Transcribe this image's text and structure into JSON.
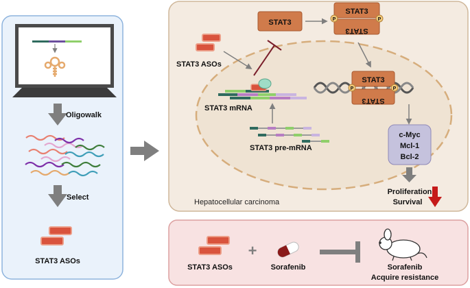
{
  "colors": {
    "left_panel_fill": "#eaf2fb",
    "left_panel_stroke": "#8db3dd",
    "cell_panel_fill": "#f4ebe1",
    "cell_panel_stroke": "#cfb79a",
    "bottom_panel_fill": "#f8e2e2",
    "bottom_panel_stroke": "#dca0a0",
    "stat3_box": "#d07b4b",
    "aso_red": "#d9533d",
    "aso_light": "#ec9e88",
    "gray_arrow": "#7f7f7f",
    "down_arrow": "#c51a1a",
    "inhibit": "#7a1f2b",
    "targets_box": "#c5c2dd"
  },
  "left_panel": {
    "step1_label": "Oligowalk",
    "step2_label": "Select",
    "output_label": "STAT3 ASOs",
    "icons": [
      "computer-monitor-icon",
      "rna-hairpin-icon",
      "rna-strands-icon",
      "aso-icon"
    ]
  },
  "cell_panel": {
    "aso_label": "STAT3 ASOs",
    "protein_label": "STAT3",
    "dimer_top_label": "STAT3",
    "dimer_bottom_label": "STAT3",
    "dna_dimer_top_label": "STAT3",
    "dna_dimer_bottom_label": "STAT3",
    "phospho_label": "P",
    "mrna_label": "STAT3 mRNA",
    "pre_mrna_label": "STAT3 pre-mRNA",
    "targets": [
      "c-Myc",
      "Mcl-1",
      "Bcl-2"
    ],
    "outcome_line1": "Proliferation",
    "outcome_line2": "Survival",
    "cell_caption": "Hepatocellular carcinoma"
  },
  "bottom_panel": {
    "aso_label": "STAT3 ASOs",
    "plus_symbol": "+",
    "drug_label": "Sorafenib",
    "outcome_line1": "Sorafenib",
    "outcome_line2": "Acquire resistance",
    "icons": [
      "aso-icon",
      "capsule-icon",
      "mouse-icon"
    ]
  }
}
